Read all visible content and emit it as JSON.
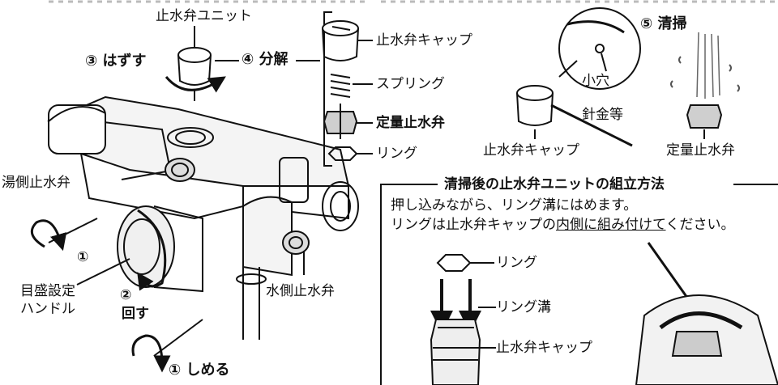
{
  "labels": {
    "cartridge_unit": "止水弁ユニット",
    "step3_remove": "③ はずす",
    "step4_disassemble": "④ 分解",
    "cap": "止水弁キャップ",
    "spring": "スプリング",
    "flow_valve": "定量止水弁",
    "ring": "リング",
    "hot_valve": "湯側止水弁",
    "step1": "①",
    "dial_line1": "目盛設定",
    "dial_line2": "ハンドル",
    "step2": "②",
    "turn": "回す",
    "step1_close": "① しめる",
    "cold_valve": "水側止水弁",
    "step5_clean": "⑤ 清掃",
    "small_hole": "小穴",
    "wire": "針金等",
    "cap_right": "止水弁キャップ",
    "flow_valve_right": "定量止水弁"
  },
  "assembly": {
    "title": "清掃後の止水弁ユニットの組立方法",
    "line1": "押し込みながら、リング溝にはめます。",
    "line2_pre": "リングは止水弁キャップの",
    "line2_underline": "内側に組み付けて",
    "line2_post": "ください。",
    "ring": "リング",
    "ring_groove": "リング溝",
    "cap": "止水弁キャップ"
  }
}
